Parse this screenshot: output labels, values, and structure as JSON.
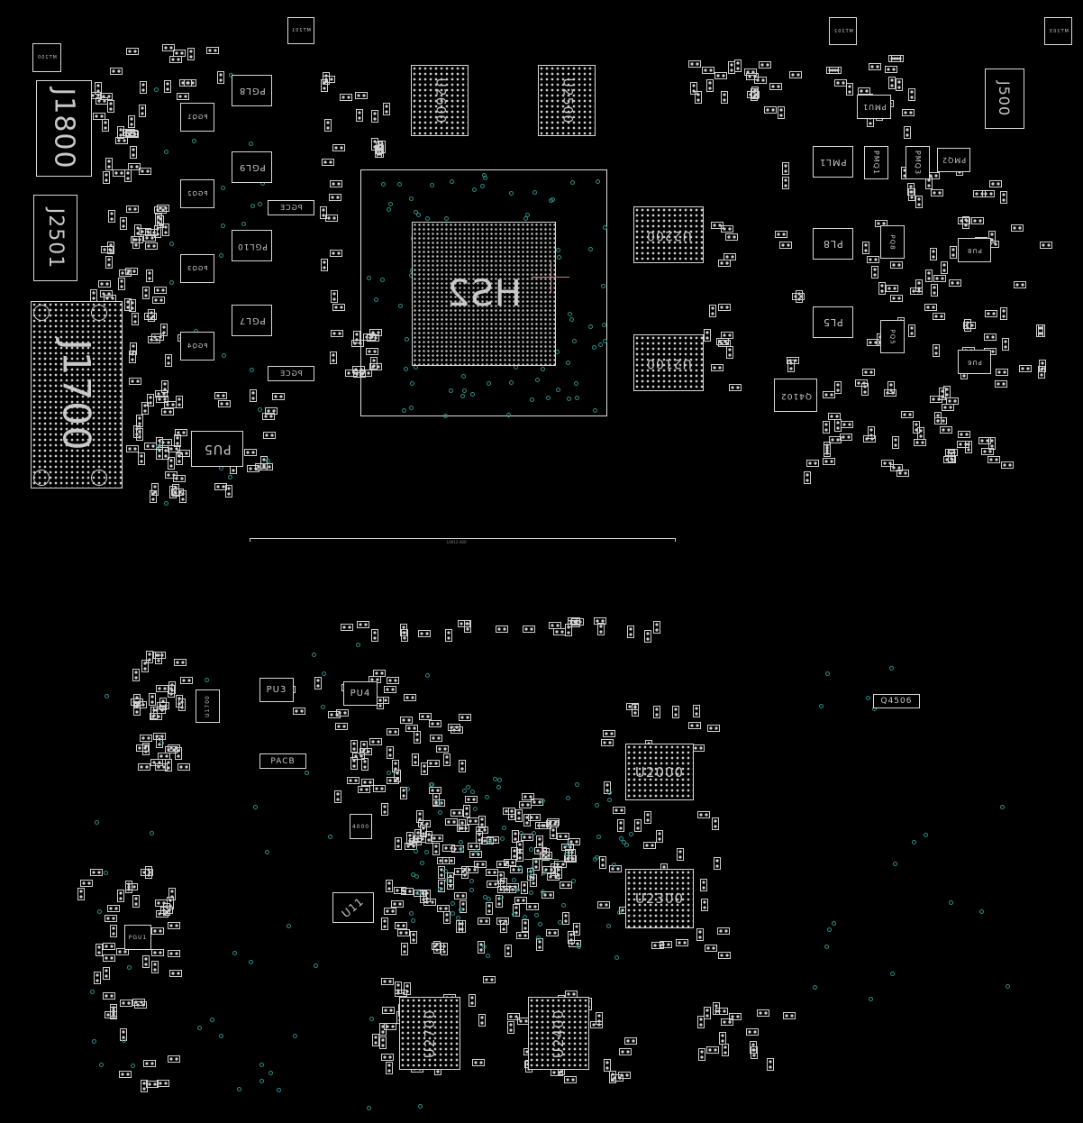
{
  "board": {
    "colors": {
      "background": "#000000",
      "outline": "#d8d8d8",
      "via": "#2f8f86",
      "cursor": "#b88a8a"
    },
    "divider_label": "L0012 A00"
  },
  "components": {
    "MT200": "MT200",
    "MT201": "MT201",
    "MT202": "MT202",
    "MT203": "MT203",
    "J1800": "J1800",
    "J2501": "J2501",
    "J1700": "J1700",
    "J500": "J500",
    "PGL8": "PGL8",
    "PGL9": "PGL9",
    "PGL10": "PGL10",
    "PGL7": "PGL7",
    "PGQ1": "PGQ1",
    "PGQ2": "PGQ2",
    "PGQ3": "PGQ3",
    "PGQ4": "PGQ4",
    "PGCE1": "PGCE",
    "PGCE2": "PGCE",
    "PU5": "PU5",
    "U2600": "U2600",
    "U2500": "U2500",
    "HS2": "HS2",
    "U2200": "U2200",
    "U2100": "U2100",
    "PML1": "PML1",
    "PMQ1": "PMQ1",
    "PMQ3": "PMQ3",
    "PMQ2": "PMQ2",
    "PMU1": "PMU1",
    "PL8": "PL8",
    "PL5": "PL5",
    "PQ8": "PQ8",
    "PU8": "PU8",
    "PQ5": "PQ5",
    "PU6": "PU6",
    "Q4102": "Q4102",
    "Q4506": "Q4506",
    "U1700": "U1700",
    "PU3": "PU3",
    "PU4": "PU4",
    "PACB": "PACB",
    "U2000": "U2000",
    "U2300": "U2300",
    "U2700": "U2700",
    "U2400": "U2400",
    "U11": "U11",
    "Q4000": "4000",
    "PGU1": "PGU1"
  }
}
